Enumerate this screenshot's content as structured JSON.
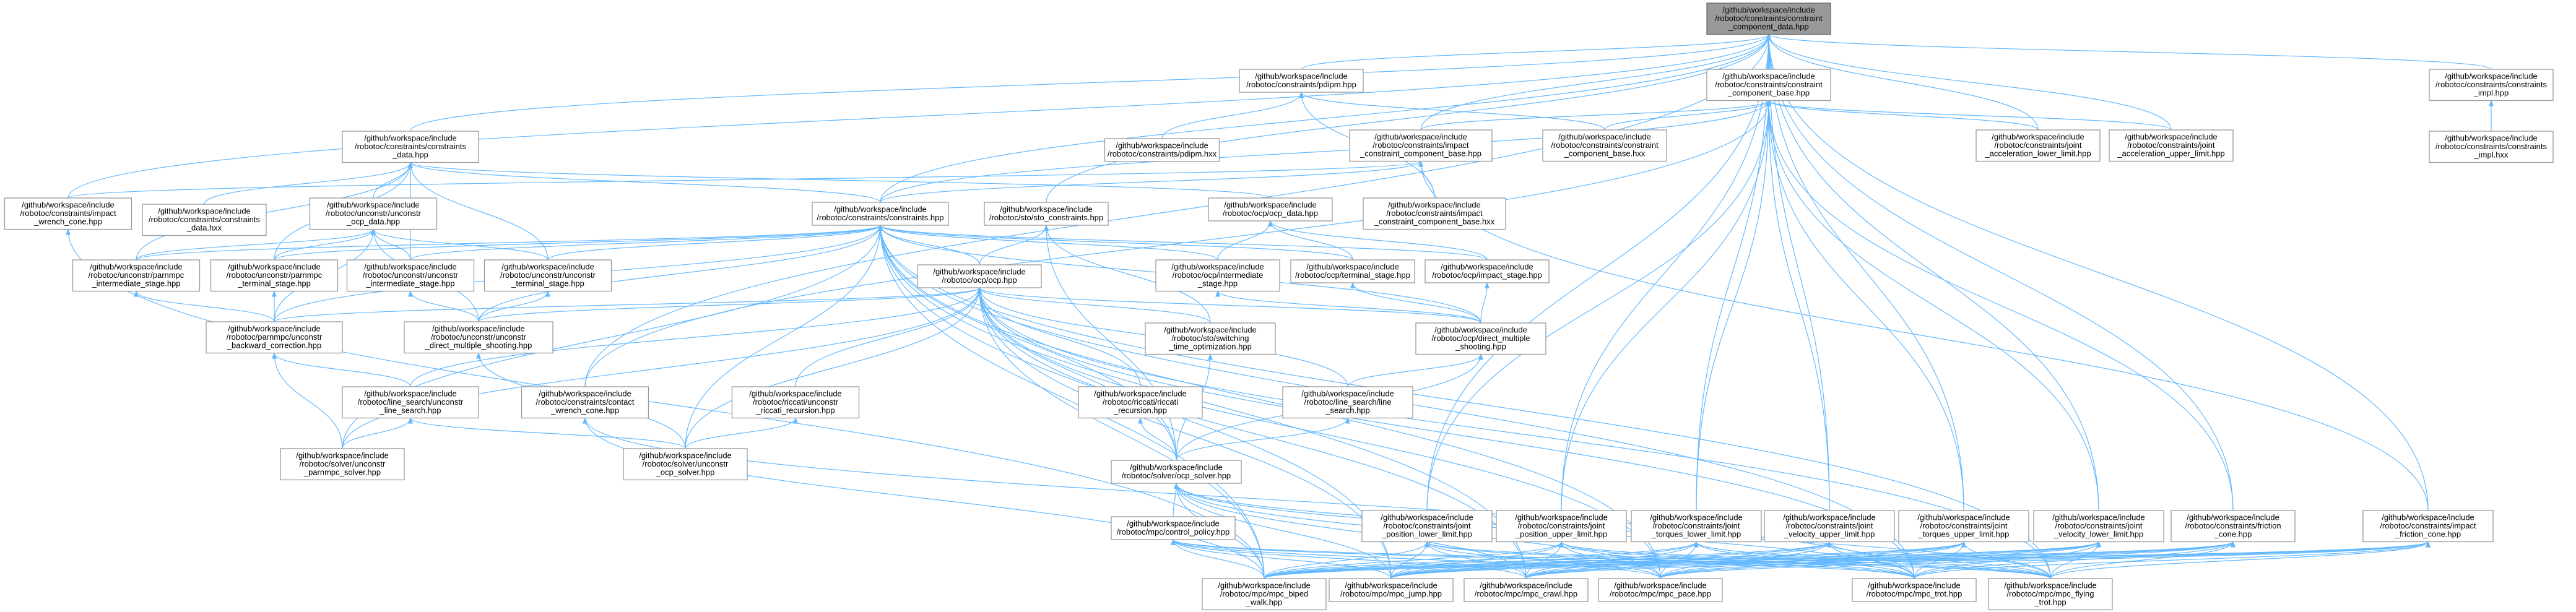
{
  "root": "n0",
  "nodes": [
    {
      "id": "n0",
      "lines": [
        "/github/workspace/include",
        "/robotoc/constraints/constraint",
        "_component_data.hpp"
      ]
    },
    {
      "id": "n1",
      "lines": [
        "/github/workspace/include",
        "/robotoc/constraints/pdipm.hpp"
      ]
    },
    {
      "id": "n2",
      "lines": [
        "/github/workspace/include",
        "/robotoc/constraints/constraint",
        "_component_base.hpp"
      ]
    },
    {
      "id": "n3",
      "lines": [
        "/github/workspace/include",
        "/robotoc/constraints/constraints",
        "_impl.hpp"
      ]
    },
    {
      "id": "n4",
      "lines": [
        "/github/workspace/include",
        "/robotoc/constraints/constraints",
        "_impl.hxx"
      ]
    },
    {
      "id": "n5",
      "lines": [
        "/github/workspace/include",
        "/robotoc/constraints/pdipm.hxx"
      ]
    },
    {
      "id": "n6",
      "lines": [
        "/github/workspace/include",
        "/robotoc/constraints/impact",
        "_constraint_component_base.hpp"
      ]
    },
    {
      "id": "n7",
      "lines": [
        "/github/workspace/include",
        "/robotoc/constraints/constraint",
        "_component_base.hxx"
      ]
    },
    {
      "id": "n8",
      "lines": [
        "/github/workspace/include",
        "/robotoc/constraints/joint",
        "_acceleration_lower_limit.hpp"
      ]
    },
    {
      "id": "n9",
      "lines": [
        "/github/workspace/include",
        "/robotoc/constraints/joint",
        "_acceleration_upper_limit.hpp"
      ]
    },
    {
      "id": "n10",
      "lines": [
        "/github/workspace/include",
        "/robotoc/constraints/constraints",
        "_data.hpp"
      ]
    },
    {
      "id": "n11",
      "lines": [
        "/github/workspace/include",
        "/robotoc/constraints/impact",
        "_wrench_cone.hpp"
      ]
    },
    {
      "id": "n12",
      "lines": [
        "/github/workspace/include",
        "/robotoc/constraints/constraints",
        "_data.hxx"
      ]
    },
    {
      "id": "n13",
      "lines": [
        "/github/workspace/include",
        "/robotoc/unconstr/unconstr",
        "_ocp_data.hpp"
      ]
    },
    {
      "id": "n14",
      "lines": [
        "/github/workspace/include",
        "/robotoc/ocp/ocp_data.hpp"
      ]
    },
    {
      "id": "n15",
      "lines": [
        "/github/workspace/include",
        "/robotoc/constraints/impact",
        "_constraint_component_base.hxx"
      ]
    },
    {
      "id": "n16",
      "lines": [
        "/github/workspace/include",
        "/robotoc/constraints/constraints.hpp"
      ]
    },
    {
      "id": "n17",
      "lines": [
        "/github/workspace/include",
        "/robotoc/sto/sto_constraints.hpp"
      ]
    },
    {
      "id": "n18",
      "lines": [
        "/github/workspace/include",
        "/robotoc/unconstr/parnmpc",
        "_intermediate_stage.hpp"
      ]
    },
    {
      "id": "n19",
      "lines": [
        "/github/workspace/include",
        "/robotoc/unconstr/parnmpc",
        "_terminal_stage.hpp"
      ]
    },
    {
      "id": "n20",
      "lines": [
        "/github/workspace/include",
        "/robotoc/unconstr/unconstr",
        "_intermediate_stage.hpp"
      ]
    },
    {
      "id": "n21",
      "lines": [
        "/github/workspace/include",
        "/robotoc/unconstr/unconstr",
        "_terminal_stage.hpp"
      ]
    },
    {
      "id": "n22",
      "lines": [
        "/github/workspace/include",
        "/robotoc/ocp/intermediate",
        "_stage.hpp"
      ]
    },
    {
      "id": "n23",
      "lines": [
        "/github/workspace/include",
        "/robotoc/ocp/terminal_stage.hpp"
      ]
    },
    {
      "id": "n24",
      "lines": [
        "/github/workspace/include",
        "/robotoc/ocp/impact_stage.hpp"
      ]
    },
    {
      "id": "n25",
      "lines": [
        "/github/workspace/include",
        "/robotoc/ocp/ocp.hpp"
      ]
    },
    {
      "id": "n26",
      "lines": [
        "/github/workspace/include",
        "/robotoc/parnmpc/unconstr",
        "_backward_correction.hpp"
      ]
    },
    {
      "id": "n27",
      "lines": [
        "/github/workspace/include",
        "/robotoc/unconstr/unconstr",
        "_direct_multiple_shooting.hpp"
      ]
    },
    {
      "id": "n28",
      "lines": [
        "/github/workspace/include",
        "/robotoc/sto/switching",
        "_time_optimization.hpp"
      ]
    },
    {
      "id": "n29",
      "lines": [
        "/github/workspace/include",
        "/robotoc/ocp/direct_multiple",
        "_shooting.hpp"
      ]
    },
    {
      "id": "n30",
      "lines": [
        "/github/workspace/include",
        "/robotoc/line_search/unconstr",
        "_line_search.hpp"
      ]
    },
    {
      "id": "n31",
      "lines": [
        "/github/workspace/include",
        "/robotoc/constraints/contact",
        "_wrench_cone.hpp"
      ]
    },
    {
      "id": "n32",
      "lines": [
        "/github/workspace/include",
        "/robotoc/riccati/unconstr",
        "_riccati_recursion.hpp"
      ]
    },
    {
      "id": "n33",
      "lines": [
        "/github/workspace/include",
        "/robotoc/riccati/riccati",
        "_recursion.hpp"
      ]
    },
    {
      "id": "n34",
      "lines": [
        "/github/workspace/include",
        "/robotoc/line_search/line",
        "_search.hpp"
      ]
    },
    {
      "id": "n35",
      "lines": [
        "/github/workspace/include",
        "/robotoc/solver/unconstr",
        "_parnmpc_solver.hpp"
      ]
    },
    {
      "id": "n36",
      "lines": [
        "/github/workspace/include",
        "/robotoc/solver/unconstr",
        "_ocp_solver.hpp"
      ]
    },
    {
      "id": "n37",
      "lines": [
        "/github/workspace/include",
        "/robotoc/solver/ocp_solver.hpp"
      ]
    },
    {
      "id": "n38",
      "lines": [
        "/github/workspace/include",
        "/robotoc/mpc/control_policy.hpp"
      ]
    },
    {
      "id": "n39",
      "lines": [
        "/github/workspace/include",
        "/robotoc/constraints/joint",
        "_position_lower_limit.hpp"
      ]
    },
    {
      "id": "n40",
      "lines": [
        "/github/workspace/include",
        "/robotoc/constraints/joint",
        "_position_upper_limit.hpp"
      ]
    },
    {
      "id": "n41",
      "lines": [
        "/github/workspace/include",
        "/robotoc/constraints/joint",
        "_torques_lower_limit.hpp"
      ]
    },
    {
      "id": "n42",
      "lines": [
        "/github/workspace/include",
        "/robotoc/constraints/joint",
        "_velocity_upper_limit.hpp"
      ]
    },
    {
      "id": "n43",
      "lines": [
        "/github/workspace/include",
        "/robotoc/constraints/joint",
        "_torques_upper_limit.hpp"
      ]
    },
    {
      "id": "n44",
      "lines": [
        "/github/workspace/include",
        "/robotoc/constraints/joint",
        "_velocity_lower_limit.hpp"
      ]
    },
    {
      "id": "n45",
      "lines": [
        "/github/workspace/include",
        "/robotoc/constraints/friction",
        "_cone.hpp"
      ]
    },
    {
      "id": "n46",
      "lines": [
        "/github/workspace/include",
        "/robotoc/constraints/impact",
        "_friction_cone.hpp"
      ]
    },
    {
      "id": "n47",
      "lines": [
        "/github/workspace/include",
        "/robotoc/mpc/mpc_biped",
        "_walk.hpp"
      ]
    },
    {
      "id": "n48",
      "lines": [
        "/github/workspace/include",
        "/robotoc/mpc/mpc_jump.hpp"
      ]
    },
    {
      "id": "n49",
      "lines": [
        "/github/workspace/include",
        "/robotoc/mpc/mpc_crawl.hpp"
      ]
    },
    {
      "id": "n50",
      "lines": [
        "/github/workspace/include",
        "/robotoc/mpc/mpc_pace.hpp"
      ]
    },
    {
      "id": "n51",
      "lines": [
        "/github/workspace/include",
        "/robotoc/mpc/mpc_trot.hpp"
      ]
    },
    {
      "id": "n52",
      "lines": [
        "/github/workspace/include",
        "/robotoc/mpc/mpc_flying",
        "_trot.hpp"
      ]
    }
  ],
  "edges": [
    [
      "n0",
      "n1"
    ],
    [
      "n0",
      "n2"
    ],
    [
      "n0",
      "n3"
    ],
    [
      "n0",
      "n6"
    ],
    [
      "n0",
      "n8"
    ],
    [
      "n0",
      "n9"
    ],
    [
      "n0",
      "n10"
    ],
    [
      "n0",
      "n11"
    ],
    [
      "n0",
      "n16"
    ],
    [
      "n0",
      "n17"
    ],
    [
      "n0",
      "n31"
    ],
    [
      "n0",
      "n39"
    ],
    [
      "n0",
      "n40"
    ],
    [
      "n0",
      "n41"
    ],
    [
      "n0",
      "n42"
    ],
    [
      "n0",
      "n43"
    ],
    [
      "n0",
      "n44"
    ],
    [
      "n0",
      "n45"
    ],
    [
      "n0",
      "n46"
    ],
    [
      "n1",
      "n5"
    ],
    [
      "n1",
      "n7"
    ],
    [
      "n1",
      "n15"
    ],
    [
      "n2",
      "n6"
    ],
    [
      "n2",
      "n7"
    ],
    [
      "n2",
      "n8"
    ],
    [
      "n2",
      "n9"
    ],
    [
      "n2",
      "n16"
    ],
    [
      "n2",
      "n31"
    ],
    [
      "n2",
      "n39"
    ],
    [
      "n2",
      "n40"
    ],
    [
      "n2",
      "n41"
    ],
    [
      "n2",
      "n42"
    ],
    [
      "n2",
      "n43"
    ],
    [
      "n2",
      "n44"
    ],
    [
      "n2",
      "n45"
    ],
    [
      "n3",
      "n4"
    ],
    [
      "n6",
      "n15"
    ],
    [
      "n6",
      "n11"
    ],
    [
      "n6",
      "n16"
    ],
    [
      "n6",
      "n46"
    ],
    [
      "n10",
      "n12"
    ],
    [
      "n10",
      "n13"
    ],
    [
      "n10",
      "n14"
    ],
    [
      "n10",
      "n16"
    ],
    [
      "n10",
      "n18"
    ],
    [
      "n10",
      "n19"
    ],
    [
      "n10",
      "n20"
    ],
    [
      "n10",
      "n21"
    ],
    [
      "n11",
      "n47"
    ],
    [
      "n13",
      "n18"
    ],
    [
      "n13",
      "n19"
    ],
    [
      "n13",
      "n20"
    ],
    [
      "n13",
      "n21"
    ],
    [
      "n13",
      "n26"
    ],
    [
      "n13",
      "n27"
    ],
    [
      "n14",
      "n22"
    ],
    [
      "n14",
      "n23"
    ],
    [
      "n14",
      "n24"
    ],
    [
      "n16",
      "n18"
    ],
    [
      "n16",
      "n19"
    ],
    [
      "n16",
      "n20"
    ],
    [
      "n16",
      "n21"
    ],
    [
      "n16",
      "n22"
    ],
    [
      "n16",
      "n23"
    ],
    [
      "n16",
      "n24"
    ],
    [
      "n16",
      "n25"
    ],
    [
      "n16",
      "n26"
    ],
    [
      "n16",
      "n27"
    ],
    [
      "n16",
      "n29"
    ],
    [
      "n16",
      "n35"
    ],
    [
      "n16",
      "n36"
    ],
    [
      "n16",
      "n37"
    ],
    [
      "n16",
      "n47"
    ],
    [
      "n16",
      "n48"
    ],
    [
      "n16",
      "n49"
    ],
    [
      "n16",
      "n50"
    ],
    [
      "n16",
      "n51"
    ],
    [
      "n16",
      "n52"
    ],
    [
      "n17",
      "n25"
    ],
    [
      "n17",
      "n28"
    ],
    [
      "n17",
      "n37"
    ],
    [
      "n18",
      "n26"
    ],
    [
      "n19",
      "n26"
    ],
    [
      "n20",
      "n27"
    ],
    [
      "n21",
      "n27"
    ],
    [
      "n22",
      "n29"
    ],
    [
      "n23",
      "n29"
    ],
    [
      "n24",
      "n29"
    ],
    [
      "n25",
      "n26"
    ],
    [
      "n25",
      "n27"
    ],
    [
      "n25",
      "n28"
    ],
    [
      "n25",
      "n29"
    ],
    [
      "n25",
      "n30"
    ],
    [
      "n25",
      "n32"
    ],
    [
      "n25",
      "n33"
    ],
    [
      "n25",
      "n34"
    ],
    [
      "n25",
      "n35"
    ],
    [
      "n25",
      "n36"
    ],
    [
      "n25",
      "n37"
    ],
    [
      "n25",
      "n47"
    ],
    [
      "n25",
      "n48"
    ],
    [
      "n25",
      "n49"
    ],
    [
      "n25",
      "n50"
    ],
    [
      "n25",
      "n51"
    ],
    [
      "n25",
      "n52"
    ],
    [
      "n26",
      "n30"
    ],
    [
      "n26",
      "n35"
    ],
    [
      "n27",
      "n36"
    ],
    [
      "n28",
      "n37"
    ],
    [
      "n29",
      "n34"
    ],
    [
      "n29",
      "n37"
    ],
    [
      "n30",
      "n35"
    ],
    [
      "n30",
      "n36"
    ],
    [
      "n31",
      "n47"
    ],
    [
      "n31",
      "n51"
    ],
    [
      "n32",
      "n36"
    ],
    [
      "n33",
      "n37"
    ],
    [
      "n34",
      "n37"
    ],
    [
      "n37",
      "n38"
    ],
    [
      "n37",
      "n47"
    ],
    [
      "n37",
      "n48"
    ],
    [
      "n37",
      "n49"
    ],
    [
      "n37",
      "n50"
    ],
    [
      "n37",
      "n51"
    ],
    [
      "n37",
      "n52"
    ],
    [
      "n38",
      "n47"
    ],
    [
      "n38",
      "n48"
    ],
    [
      "n38",
      "n49"
    ],
    [
      "n38",
      "n50"
    ],
    [
      "n38",
      "n51"
    ],
    [
      "n38",
      "n52"
    ],
    [
      "n39",
      "n47"
    ],
    [
      "n39",
      "n48"
    ],
    [
      "n39",
      "n49"
    ],
    [
      "n39",
      "n50"
    ],
    [
      "n39",
      "n51"
    ],
    [
      "n39",
      "n52"
    ],
    [
      "n40",
      "n47"
    ],
    [
      "n40",
      "n48"
    ],
    [
      "n40",
      "n49"
    ],
    [
      "n40",
      "n50"
    ],
    [
      "n40",
      "n51"
    ],
    [
      "n40",
      "n52"
    ],
    [
      "n41",
      "n47"
    ],
    [
      "n41",
      "n48"
    ],
    [
      "n41",
      "n49"
    ],
    [
      "n41",
      "n50"
    ],
    [
      "n41",
      "n51"
    ],
    [
      "n41",
      "n52"
    ],
    [
      "n42",
      "n47"
    ],
    [
      "n42",
      "n48"
    ],
    [
      "n42",
      "n49"
    ],
    [
      "n42",
      "n50"
    ],
    [
      "n42",
      "n51"
    ],
    [
      "n42",
      "n52"
    ],
    [
      "n43",
      "n47"
    ],
    [
      "n43",
      "n48"
    ],
    [
      "n43",
      "n49"
    ],
    [
      "n43",
      "n50"
    ],
    [
      "n43",
      "n51"
    ],
    [
      "n43",
      "n52"
    ],
    [
      "n44",
      "n47"
    ],
    [
      "n44",
      "n48"
    ],
    [
      "n44",
      "n49"
    ],
    [
      "n44",
      "n50"
    ],
    [
      "n44",
      "n51"
    ],
    [
      "n44",
      "n52"
    ],
    [
      "n45",
      "n47"
    ],
    [
      "n45",
      "n48"
    ],
    [
      "n45",
      "n49"
    ],
    [
      "n45",
      "n50"
    ],
    [
      "n45",
      "n51"
    ],
    [
      "n45",
      "n52"
    ],
    [
      "n46",
      "n47"
    ],
    [
      "n46",
      "n48"
    ],
    [
      "n46",
      "n49"
    ],
    [
      "n46",
      "n50"
    ],
    [
      "n46",
      "n51"
    ],
    [
      "n46",
      "n52"
    ]
  ]
}
